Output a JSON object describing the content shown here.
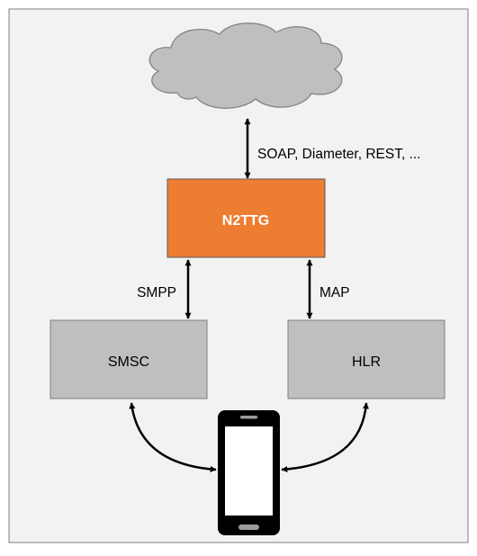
{
  "nodes": {
    "gateway": {
      "label": "N2TTG",
      "fill": "#ed7d31",
      "text_color": "#ffffff"
    },
    "smsc": {
      "label": "SMSC",
      "fill": "#bfbfbf",
      "text_color": "#000000"
    },
    "hlr": {
      "label": "HLR",
      "fill": "#bfbfbf",
      "text_color": "#000000"
    },
    "cloud": {
      "fill": "#bfbfbf"
    },
    "phone": {
      "body_color": "#000000",
      "screen_color": "#ffffff"
    }
  },
  "links": {
    "cloud_gateway": {
      "label": "SOAP, Diameter, REST, ..."
    },
    "gateway_smsc": {
      "label": "SMPP"
    },
    "gateway_hlr": {
      "label": "MAP"
    }
  },
  "colors": {
    "background": "#f2f2f2",
    "border": "#7f7f7f",
    "stroke": "#000000"
  }
}
